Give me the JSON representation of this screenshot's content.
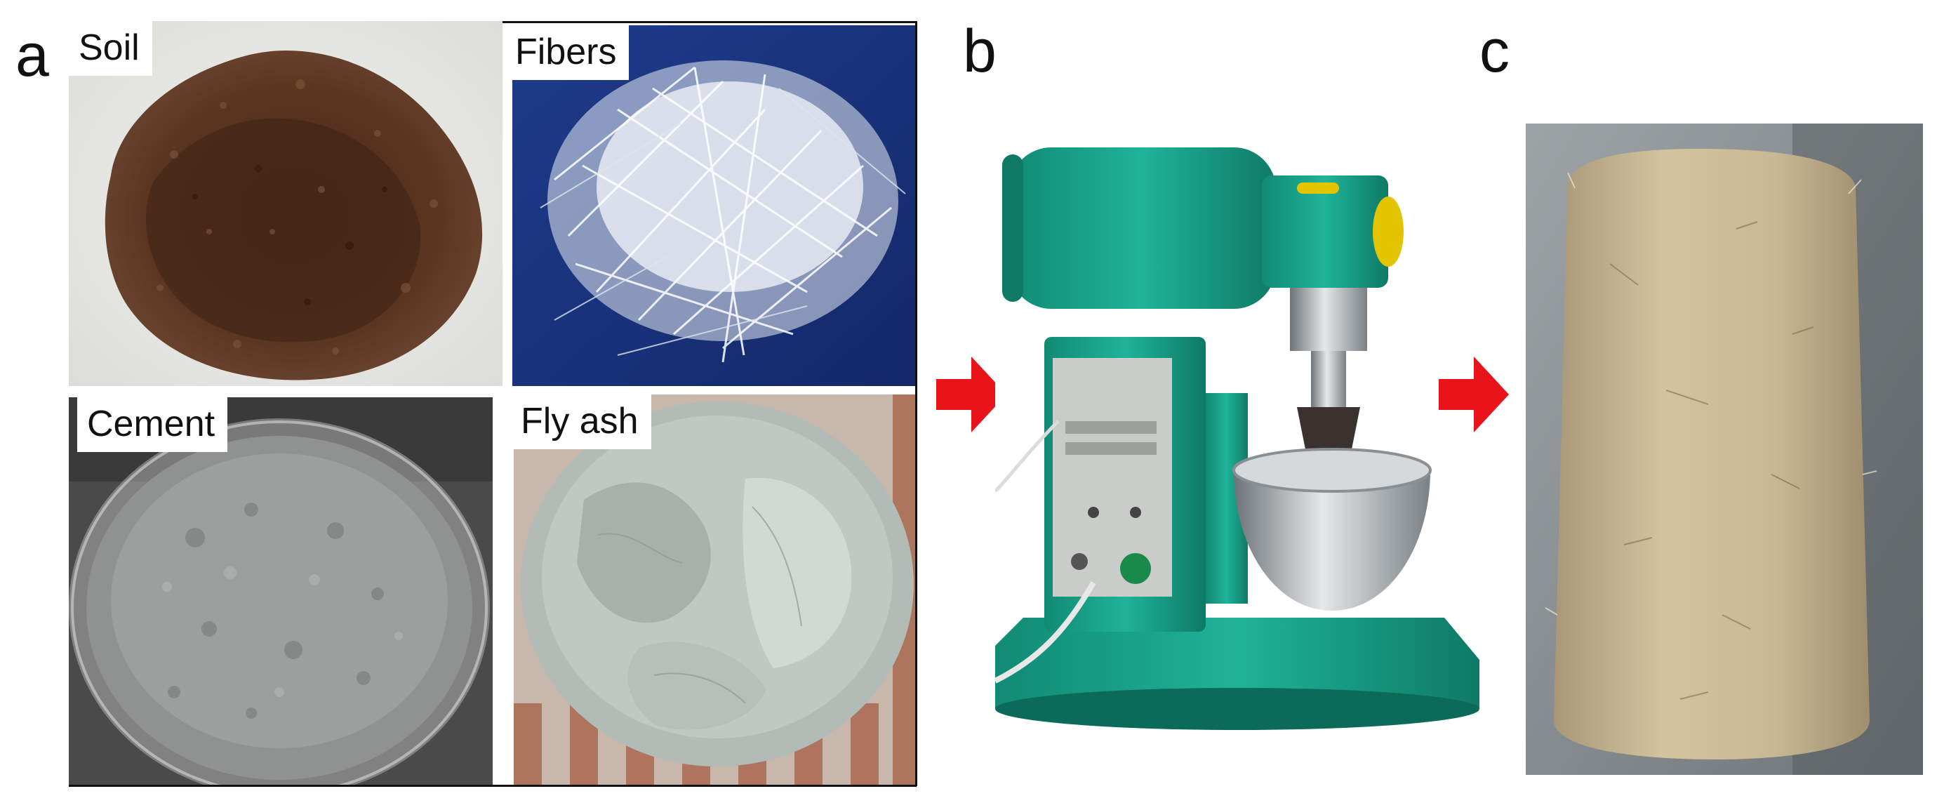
{
  "panels": {
    "a": {
      "letter": "a"
    },
    "b": {
      "letter": "b"
    },
    "c": {
      "letter": "c"
    }
  },
  "photos": {
    "soil": {
      "caption": "Soil"
    },
    "fibers": {
      "caption": "Fibers"
    },
    "cement": {
      "caption": "Cement"
    },
    "flyash": {
      "caption": "Fly ash"
    }
  },
  "colors": {
    "arrow": "#e8141a",
    "mixer": "#1aa38a",
    "specimen": "#c8b893"
  }
}
